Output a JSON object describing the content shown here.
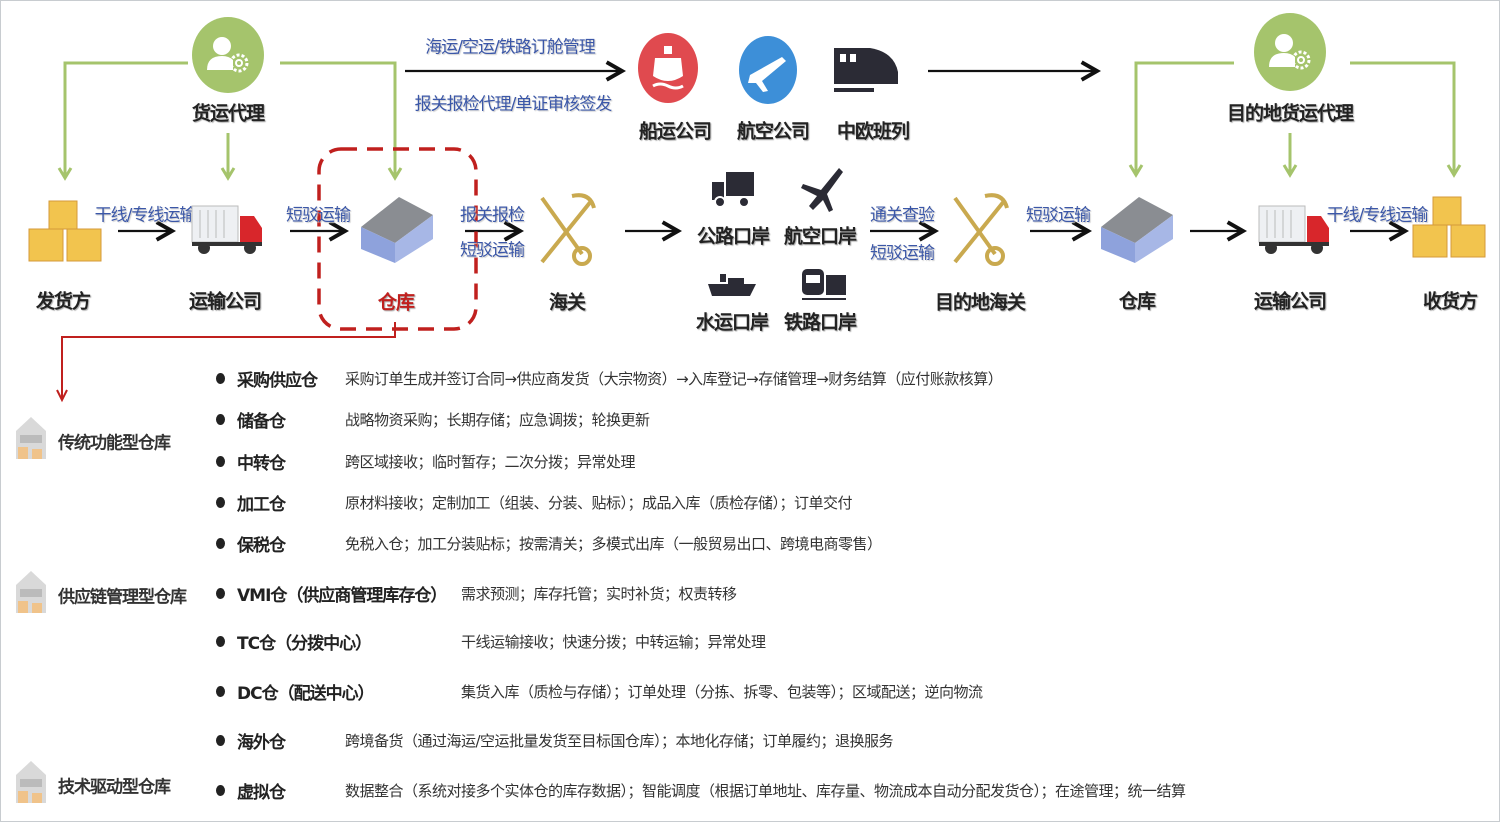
{
  "colors": {
    "green": "#a5c46c",
    "flow_blue": "#3b57a8",
    "highlight_red": "#c0201e",
    "ship_red": "#e04a4f",
    "air_blue": "#3d8fd8",
    "dark": "#2b2b35"
  },
  "top": {
    "forwarder": "货运代理",
    "dest_forwarder": "目的地货运代理",
    "booking": "海运/空运/铁路订舱管理",
    "customs_agent": "报关报检代理/单证审核签发",
    "carriers": [
      "船运公司",
      "航空公司",
      "中欧班列"
    ]
  },
  "flow": {
    "shipper": "发货方",
    "trunk1": "干线/专线运输",
    "transport1": "运输公司",
    "short1": "短驳运输",
    "warehouse1": "仓库",
    "declare": "报关报检",
    "short2": "短驳运输",
    "customs": "海关",
    "ports": [
      "公路口岸",
      "航空口岸",
      "水运口岸",
      "铁路口岸"
    ],
    "inspect": "通关查验",
    "short3": "短驳运输",
    "dest_customs": "目的地海关",
    "short4": "短驳运输",
    "warehouse2": "仓库",
    "transport2": "运输公司",
    "trunk2": "干线/专线运输",
    "consignee": "收货方"
  },
  "categories": [
    "传统功能型仓库",
    "供应链管理型仓库",
    "技术驱动型仓库"
  ],
  "warehouses": [
    {
      "name": "采购供应仓",
      "desc": "采购订单生成并签订合同→供应商发货（大宗物资）→入库登记→存储管理→财务结算（应付账款核算）"
    },
    {
      "name": "储备仓",
      "desc": "战略物资采购；长期存储；应急调拨；轮换更新"
    },
    {
      "name": "中转仓",
      "desc": "跨区域接收；临时暂存；二次分拨；异常处理"
    },
    {
      "name": "加工仓",
      "desc": "原材料接收；定制加工（组装、分装、贴标）；成品入库（质检存储）；订单交付"
    },
    {
      "name": "保税仓",
      "desc": "免税入仓；加工分装贴标；按需清关；多模式出库（一般贸易出口、跨境电商零售）"
    },
    {
      "name": "VMI仓（供应商管理库存仓）",
      "desc": "需求预测；库存托管；实时补货；权责转移"
    },
    {
      "name": "TC仓（分拨中心）",
      "desc": "干线运输接收；快速分拨；中转运输；异常处理"
    },
    {
      "name": "DC仓（配送中心）",
      "desc": "集货入库（质检与存储）；订单处理（分拣、拆零、包装等）；区域配送；逆向物流"
    },
    {
      "name": "海外仓",
      "desc": "跨境备货（通过海运/空运批量发货至目标国仓库）；本地化存储；订单履约；退换服务"
    },
    {
      "name": "虚拟仓",
      "desc": "数据整合（系统对接多个实体仓的库存数据）；智能调度（根据订单地址、库存量、物流成本自动分配发货仓）；在途管理；统一结算"
    }
  ]
}
